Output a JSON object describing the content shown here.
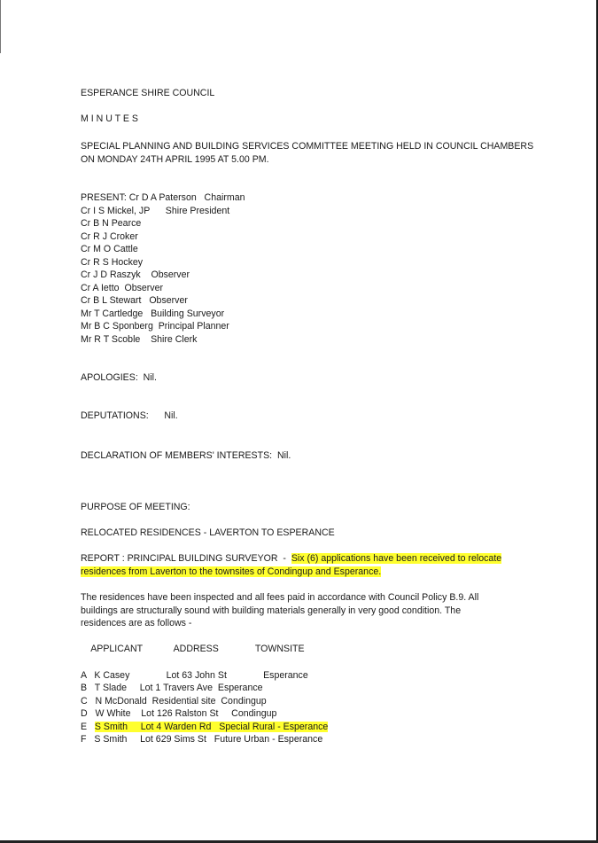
{
  "header": {
    "council": "ESPERANCE SHIRE COUNCIL",
    "doc_type": "M I N U T E S",
    "meeting_line1": "SPECIAL PLANNING AND BUILDING SERVICES COMMITTEE MEETING HELD IN COUNCIL CHAMBERS",
    "meeting_line2": "ON MONDAY 24TH APRIL 1995 AT 5.00 PM."
  },
  "present": {
    "label": "PRESENT:",
    "first": "Cr D A Paterson   Chairman",
    "rest": [
      "Cr I S Mickel, JP      Shire President",
      "Cr B N Pearce",
      "Cr R J Croker",
      "Cr M O Cattle",
      "Cr R S Hockey",
      "Cr J D Raszyk    Observer",
      "Cr A Ietto  Observer",
      "Cr B L Stewart   Observer",
      "Mr T Cartledge   Building Surveyor",
      "Mr B C Sponberg  Principal Planner",
      "Mr R T Scoble    Shire Clerk"
    ]
  },
  "apologies": "APOLOGIES:  Nil.",
  "deputations": "DEPUTATIONS:      Nil.",
  "declaration": "DECLARATION OF MEMBERS' INTERESTS:  Nil.",
  "purpose": "PURPOSE OF MEETING:",
  "subject": "RELOCATED RESIDENCES - LAVERTON TO ESPERANCE",
  "report": {
    "label": "REPORT : PRINCIPAL BUILDING SURVEYOR  -  ",
    "highlight1": "Six (6) applications have been received to relocate",
    "highlight2": "residences from Laverton to the townsites of Condingup and Esperance."
  },
  "paragraph": [
    "The residences have been inspected and all fees paid in accordance with Council Policy B.9. All",
    "buildings are structurally sound with building materials generally in very good condition. The",
    "residences are as follows -"
  ],
  "table_header": "    APPLICANT            ADDRESS              TOWNSITE",
  "applicants": [
    {
      "letter": "A",
      "text": "K Casey              Lot 63 John St              Esperance",
      "highlight": false
    },
    {
      "letter": "B",
      "text": "T Slade     Lot 1 Travers Ave  Esperance",
      "highlight": false
    },
    {
      "letter": "C",
      "text": "N McDonald  Residential site  Condingup",
      "highlight": false
    },
    {
      "letter": "D",
      "text": "W White    Lot 126 Ralston St     Condingup",
      "highlight": false
    },
    {
      "letter": "E",
      "text": "S Smith     Lot 4 Warden Rd   Special Rural - Esperance",
      "highlight": true
    },
    {
      "letter": "F",
      "text": "S Smith     Lot 629 Sims St   Future Urban - Esperance",
      "highlight": false
    }
  ],
  "colors": {
    "highlight": "#ffff2e",
    "text": "#1a1a1a"
  }
}
